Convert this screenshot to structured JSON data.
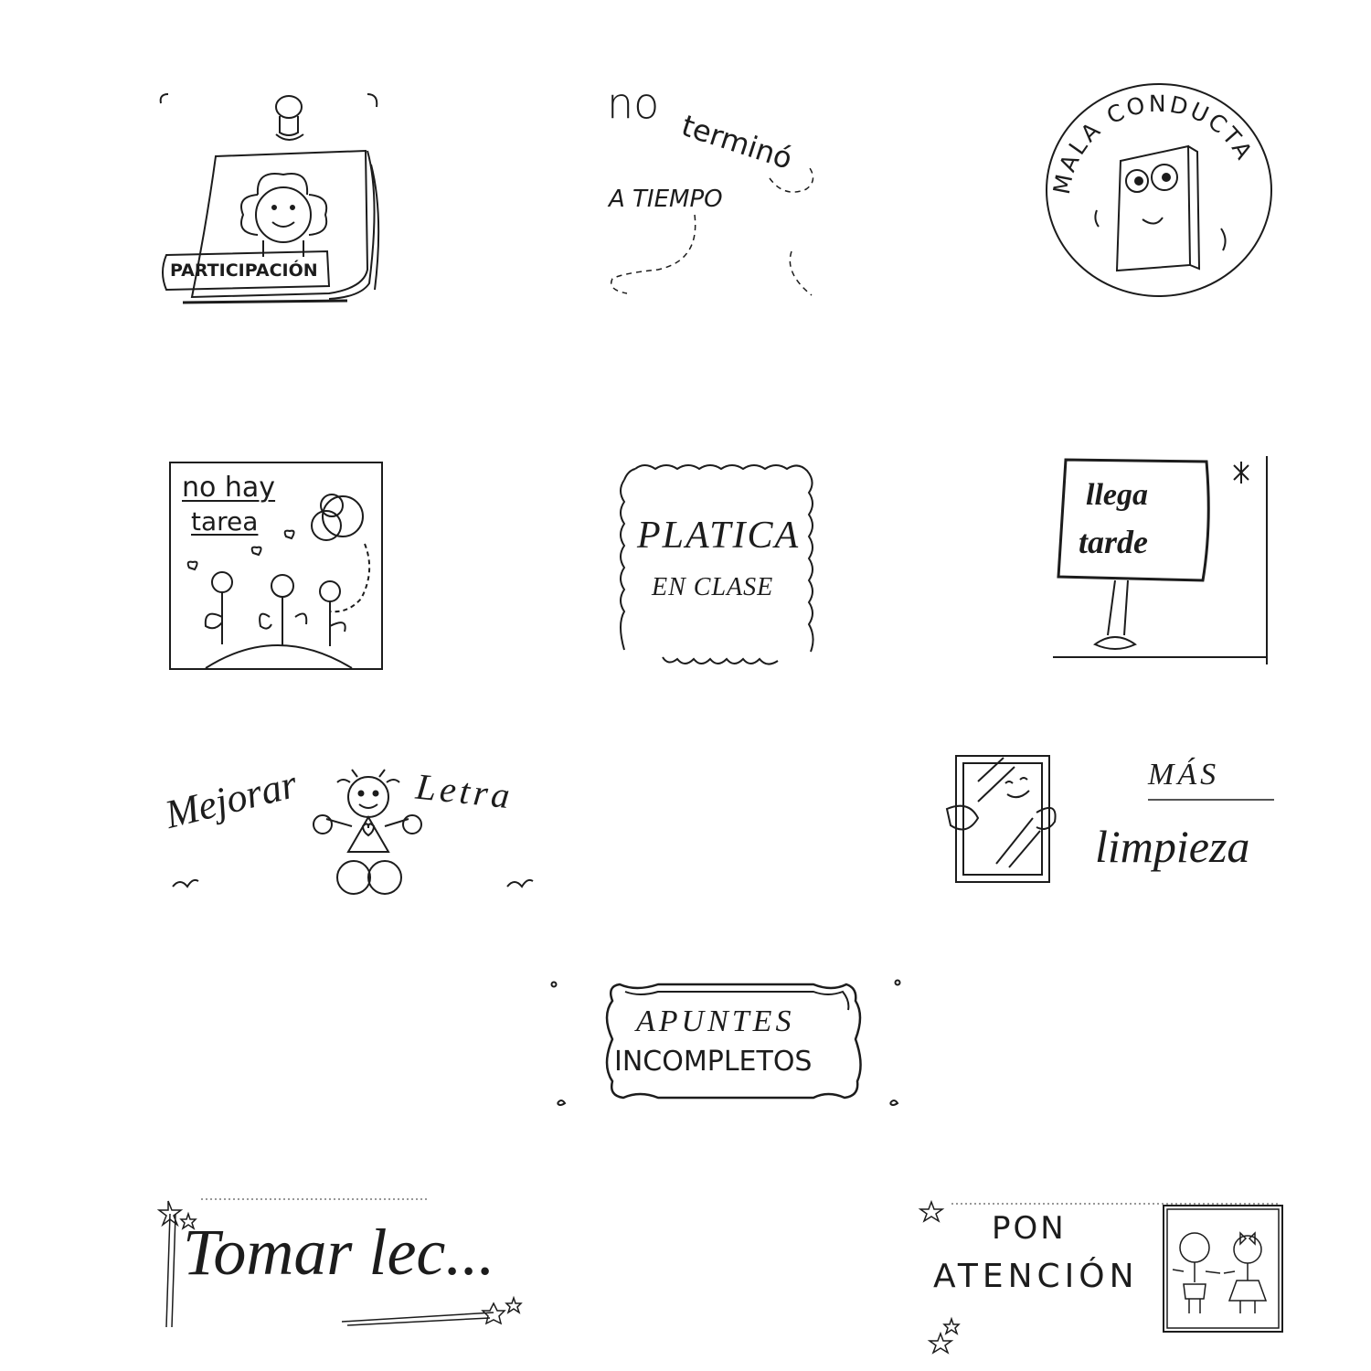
{
  "stamps": {
    "participacion": {
      "label": "PARTICIPACIÓN"
    },
    "no_termino": {
      "line1_a": "no",
      "line1_b": "terminó",
      "line2": "A TIEMPO"
    },
    "mala_conducta": {
      "label": "MALA CONDUCTA"
    },
    "no_hay_tarea": {
      "line1": "no hay",
      "line2": "tarea"
    },
    "platica": {
      "line1": "PLATICA",
      "line2": "EN CLASE"
    },
    "llega_tarde": {
      "line1": "llega",
      "line2": "tarde"
    },
    "mejorar_letra": {
      "word1": "Mejorar",
      "word2": "Letra"
    },
    "mas_limpieza": {
      "line1": "MÁS",
      "line2": "limpieza"
    },
    "apuntes": {
      "line1": "APUNTES",
      "line2": "INCOMPLETOS"
    },
    "tomar_leccion": {
      "label": "Tomar lec..."
    },
    "pon_atencion": {
      "line1": "PON",
      "line2": "ATENCIÓN"
    }
  },
  "colors": {
    "ink": "#1c1c1c",
    "paper": "#ffffff"
  }
}
